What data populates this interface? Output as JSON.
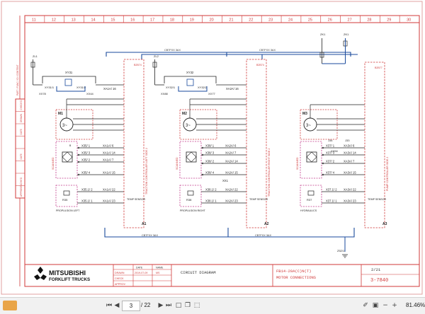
{
  "columns": [
    "11",
    "12",
    "13",
    "14",
    "15",
    "16",
    "17",
    "18",
    "19",
    "20",
    "21",
    "22",
    "23",
    "24",
    "25",
    "26",
    "27",
    "28",
    "29",
    "30"
  ],
  "left_strip": [
    "CHECK'D",
    "DRAWN",
    "DATE",
    "",
    "DATE",
    "",
    "CHK'D",
    "APPROVED"
  ],
  "left_strip_extra": "PART / FUNC / ID / CONTENT",
  "bus_labels": [
    "CB7FXX 3AX",
    "CB7FXX 3AX",
    "CB7FXX 3AX",
    "CB7FXX 3AX"
  ],
  "left_branch": {
    "fuse_label": "ZL1",
    "xy_main": "XY31",
    "xy_a": "XY31/1",
    "xy_b": "XY31/2",
    "x_left": "XX78",
    "x_right": "XX44",
    "xa_top": "XA1A/ 16",
    "motor": "M1",
    "vent_text": "SCANNED",
    "terminals": [
      "X35/ 1",
      "X35/ 3",
      "X35/ 2",
      "X35/ 4"
    ],
    "xa_terms": [
      "XA1A/ 6",
      "XA1A/ 14",
      "XA1A/ 7",
      "XA1A/ 15"
    ],
    "sensor_terms": [
      "X35.1/ 2",
      "X35.1/ 1"
    ],
    "sensor_xa": [
      "XA1A/ 22",
      "XA1A/ 23"
    ],
    "sensor": "R35",
    "sensor_label": "TEMP SENSOR",
    "caption": "PROPULSION LEFT",
    "box_label": "A1",
    "controller_text": "TRACTION CONTROLLER LEFT SIDE 2",
    "right_code": "B2B74",
    "pins": [
      "B",
      "U",
      "V",
      "W"
    ]
  },
  "middle_branch": {
    "fuse_label": "ZL2",
    "xy_main": "XY32",
    "xy_a": "XY32/1",
    "xy_b": "XY32/2",
    "x_left": "XX88",
    "x_right": "XX77",
    "xa_top": "XA2A/ 16",
    "motor": "M2",
    "terminals": [
      "X38/ 1",
      "X38/ 3",
      "X38/ 2",
      "X38/ 4"
    ],
    "xa_terms": [
      "XA2A/ 6",
      "XA2A/ 7",
      "XA2A/ 14",
      "XA2A/ 15"
    ],
    "sensor_terms": [
      "X38.1/ 2",
      "X38.1/ 1"
    ],
    "sensor_xa": [
      "XA2A/ 22",
      "XA2A/ 23"
    ],
    "sensor": "R38",
    "sensor_label": "TEMP SENSOR",
    "caption": "PROPULSION RIGHT",
    "box_label": "A2",
    "controller_text": "TRACTION CONTROLLER RIGHT SIDE 2",
    "extra": "XX1",
    "right_code": "B2B74"
  },
  "right_branch": {
    "fuse_label_1": "ZK1",
    "fuse_label_2": "ZK1",
    "motor": "M3",
    "x_right": "XX54",
    "terminals": [
      "X37/ 1",
      "X37/ 3",
      "X37/ 2",
      "X37/ 4"
    ],
    "xa_terms": [
      "XA3A/ 6",
      "XA3A/ 14",
      "XA3A/ 7",
      "XA3A/ 15"
    ],
    "top_labels": [
      "J34",
      "J33"
    ],
    "sensor_terms": [
      "X37.1/ 2",
      "X37.1/ 1"
    ],
    "sensor_xa": [
      "XA3A/ 22",
      "XA3A/ 23"
    ],
    "sensor": "R37",
    "sensor_label": "TEMP SENSOR",
    "caption": "HYDRAULICS",
    "box_label": "A3",
    "controller_text": "PUMP CONTROLLER SIDE 2",
    "ground_label": "Z52/1",
    "right_code": "B2B77"
  },
  "title_block": {
    "logo_line1": "MITSUBISHI",
    "logo_line2": "FORKLIFT TRUCKS",
    "date_hdr": "DATE",
    "name_hdr": "NAME",
    "row_labels": [
      "DRAWN",
      "CHECK",
      "APPROV"
    ],
    "row_date": "2019-07-09",
    "row_name": "MS",
    "title": "CIRCUIT DIAGRAM",
    "model": "FB14-20A(C)N(T)",
    "subtitle": "MOTOR CONNECTIONS",
    "sheet": "2/21",
    "doc_no": "3-7840"
  },
  "toolbar": {
    "first_icon": "skip-back-icon",
    "prev_icon": "prev-page-icon",
    "page": "3",
    "total": "/ 22",
    "next_icon": "next-page-icon",
    "last_icon": "skip-forward-icon",
    "zoom": "81.46%"
  },
  "colors": {
    "line_black": "#222222",
    "wire_blue": "#1a4a9c",
    "frame_red": "#d03a3a",
    "dashed_magenta": "#c23b8a",
    "dashed_red": "#d33030"
  }
}
